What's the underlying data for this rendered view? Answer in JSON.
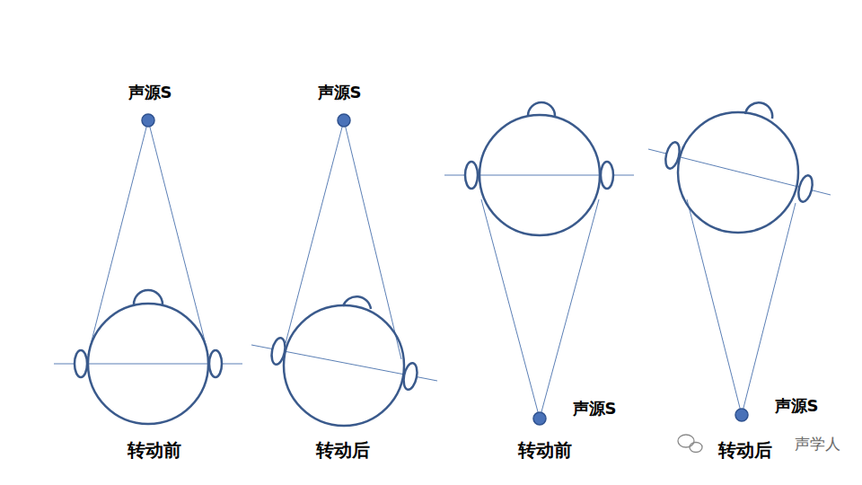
{
  "diagram": {
    "labels": [
      "声源S",
      "声源S",
      "声源S",
      "声源S",
      "转动前",
      "转动后",
      "转动前",
      "转动后",
      "声学人"
    ]
  }
}
